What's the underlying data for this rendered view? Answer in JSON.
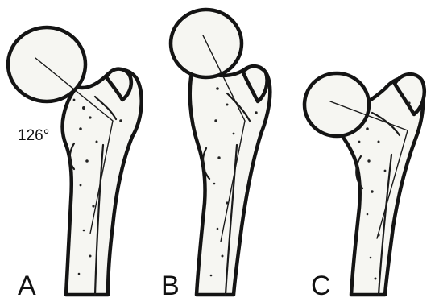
{
  "panels": [
    {
      "label": "A",
      "angle_label": "126°"
    },
    {
      "label": "B"
    },
    {
      "label": "C"
    }
  ]
}
